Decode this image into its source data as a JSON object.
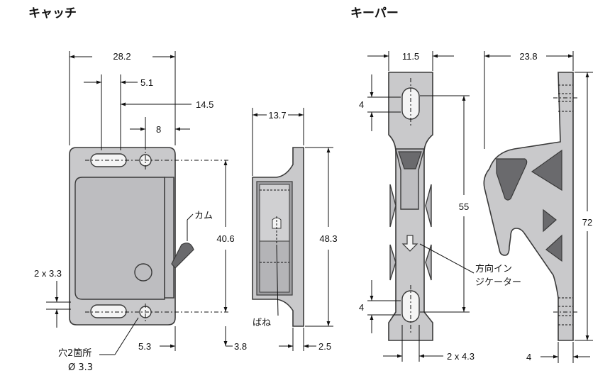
{
  "titles": {
    "catch": "キャッチ",
    "keeper": "キーパー"
  },
  "catch_dims": {
    "width": "28.2",
    "slot_offset": "5.1",
    "h_offset": "14.5",
    "hole_offset": "8",
    "height": "40.6",
    "slot_size": "2 x 3.3",
    "bottom_a": "5.3",
    "bottom_b": "3.8",
    "side_width": "13.7",
    "side_height": "48.3",
    "side_thick": "2.5"
  },
  "catch_labels": {
    "cam": "カム",
    "spring": "ばね",
    "holes_line1": "穴2箇所",
    "holes_line2": "Ø 3.3"
  },
  "keeper_dims": {
    "width": "11.5",
    "side_width": "23.8",
    "slot_top": "4",
    "slot_bottom": "4",
    "pitch": "55",
    "height": "72",
    "slot_size": "2 x 4.3",
    "thickness": "4"
  },
  "keeper_labels": {
    "indicator_line1": "方向イン",
    "indicator_line2": "ジケーター"
  }
}
